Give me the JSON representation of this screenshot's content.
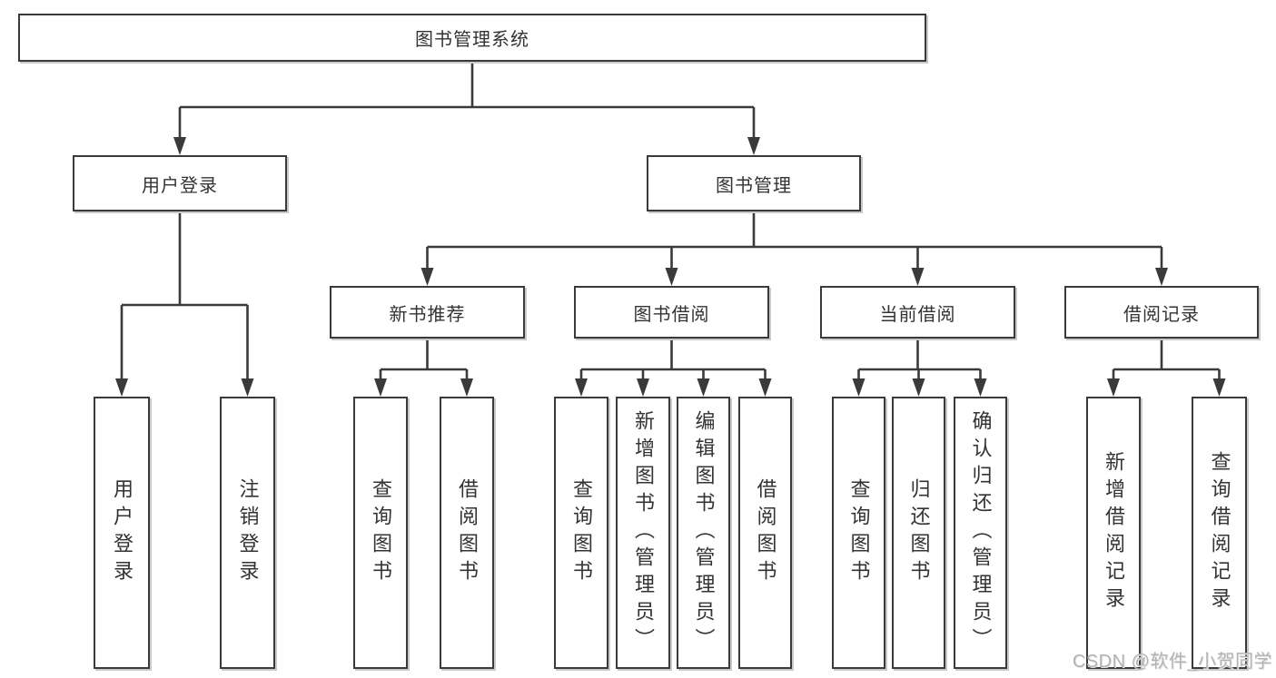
{
  "diagram_title": "图书管理系统",
  "colors": {
    "line": "#3a3a3a",
    "box_border": "#3a3a3a",
    "text": "#333333",
    "background": "#ffffff",
    "watermark": "#b3b3b3"
  },
  "watermark": "CSDN @软件_小贺同学",
  "tree": {
    "label": "图书管理系统",
    "children": [
      {
        "label": "用户登录",
        "children": [
          {
            "label": "用户登录"
          },
          {
            "label": "注销登录"
          }
        ]
      },
      {
        "label": "图书管理",
        "children": [
          {
            "label": "新书推荐",
            "children": [
              {
                "label": "查询图书"
              },
              {
                "label": "借阅图书"
              }
            ]
          },
          {
            "label": "图书借阅",
            "children": [
              {
                "label": "查询图书"
              },
              {
                "label": "新增图书（管理员）"
              },
              {
                "label": "编辑图书（管理员）"
              },
              {
                "label": "借阅图书"
              }
            ]
          },
          {
            "label": "当前借阅",
            "children": [
              {
                "label": "查询图书"
              },
              {
                "label": "归还图书"
              },
              {
                "label": "确认归还（管理员）"
              }
            ]
          },
          {
            "label": "借阅记录",
            "children": [
              {
                "label": "新增借阅记录"
              },
              {
                "label": "查询借阅记录"
              }
            ]
          }
        ]
      }
    ]
  }
}
